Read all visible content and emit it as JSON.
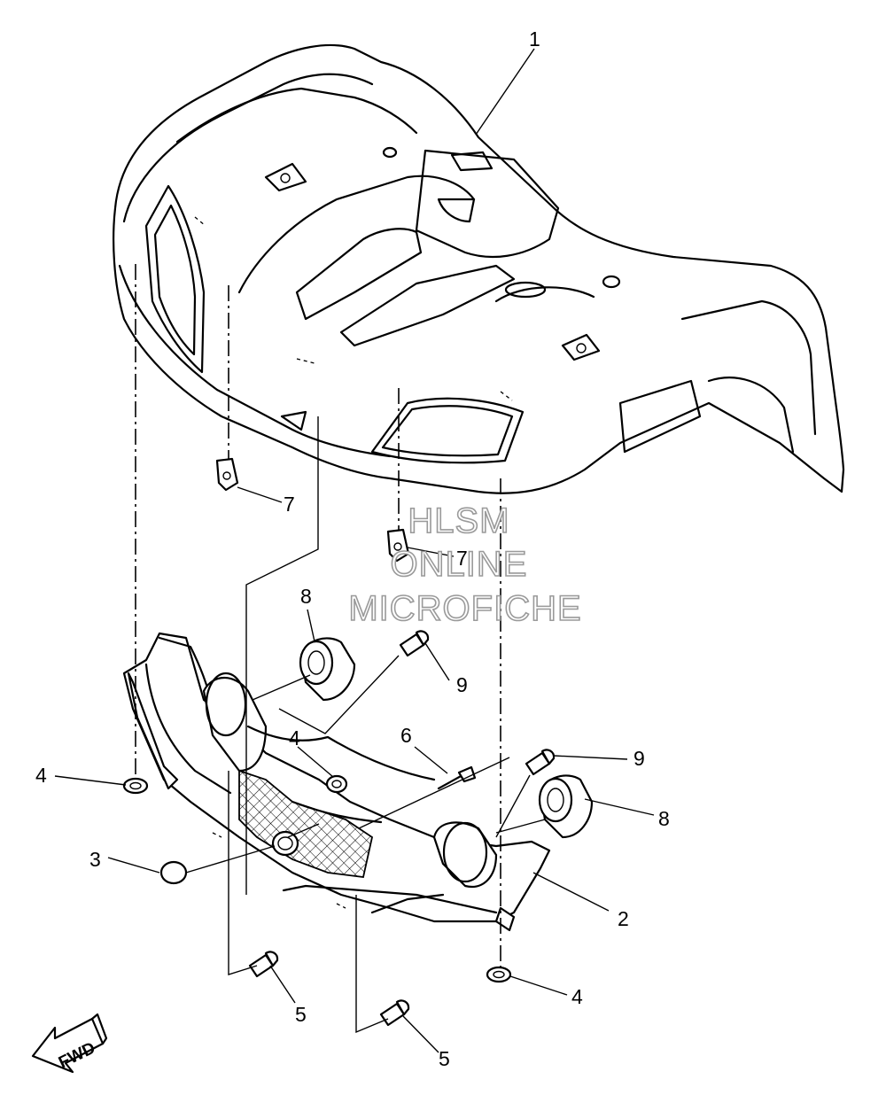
{
  "watermark": {
    "lines": [
      "HLSM",
      "ONLINE",
      "MICROFICHE"
    ],
    "color": "#9a9a9a"
  },
  "direction_arrow": {
    "label": "FWD",
    "icon": "fwd-arrow-icon"
  },
  "callouts": [
    {
      "id": "c1",
      "label": "1"
    },
    {
      "id": "c2",
      "label": "2"
    },
    {
      "id": "c3",
      "label": "3"
    },
    {
      "id": "c4a",
      "label": "4"
    },
    {
      "id": "c4b",
      "label": "4"
    },
    {
      "id": "c4c",
      "label": "4"
    },
    {
      "id": "c5a",
      "label": "5"
    },
    {
      "id": "c5b",
      "label": "5"
    },
    {
      "id": "c6",
      "label": "6"
    },
    {
      "id": "c7a",
      "label": "7"
    },
    {
      "id": "c7b",
      "label": "7"
    },
    {
      "id": "c8a",
      "label": "8"
    },
    {
      "id": "c8b",
      "label": "8"
    },
    {
      "id": "c9a",
      "label": "9"
    },
    {
      "id": "c9b",
      "label": "9"
    }
  ]
}
